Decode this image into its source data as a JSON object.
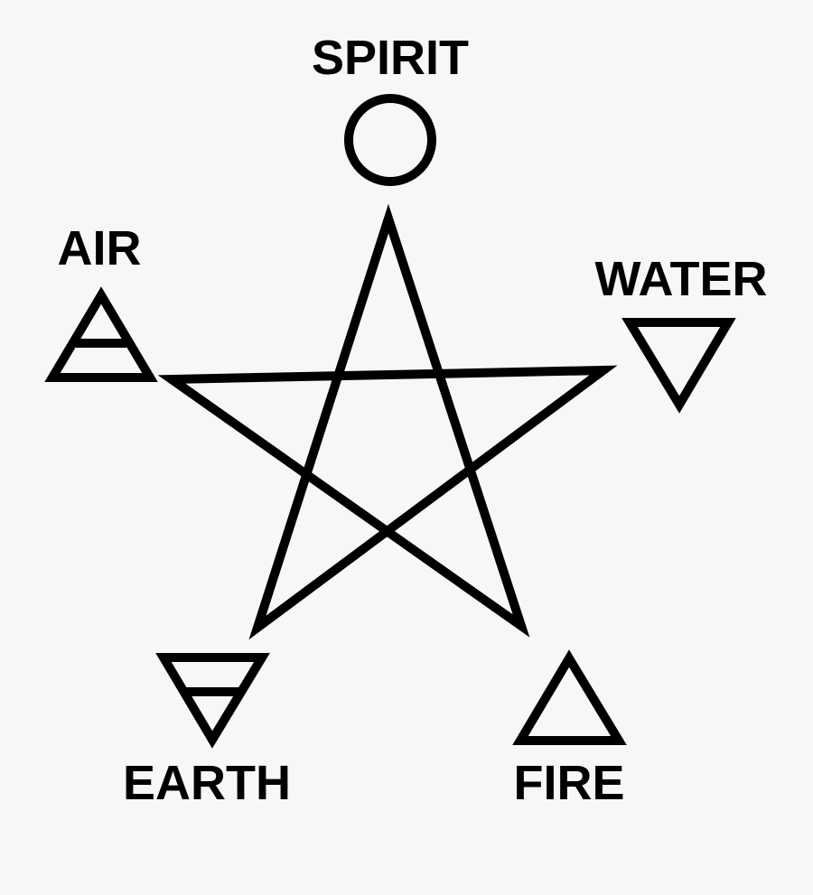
{
  "elements": {
    "spirit": {
      "label": "SPIRIT",
      "symbol": "circle"
    },
    "air": {
      "label": "AIR",
      "symbol": "triangle-up-with-bar"
    },
    "water": {
      "label": "WATER",
      "symbol": "triangle-down"
    },
    "earth": {
      "label": "EARTH",
      "symbol": "triangle-down-with-bar"
    },
    "fire": {
      "label": "FIRE",
      "symbol": "triangle-up"
    }
  },
  "colors": {
    "background": "#f7f7f7",
    "ink": "#000000"
  }
}
